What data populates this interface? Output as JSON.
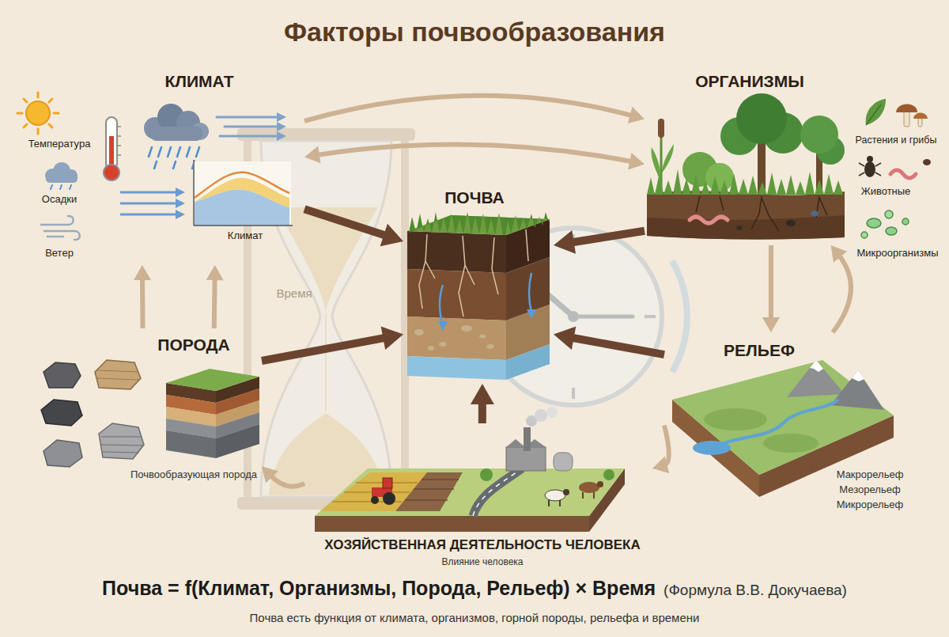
{
  "diagram": {
    "title": "Факторы почвообразования",
    "caption": "Почва = f(Климат, Организмы, Порода, Рельеф) × Время",
    "nodes": [
      {
        "text": [
          "КЛИМАТ"
        ]
      },
      {
        "text": [
          "ОРГАНИЗМЫ"
        ]
      },
      {
        "text": [
          "ПОЧВА"
        ]
      },
      {
        "text": [
          "ПОРОДА",
          "Почвообразующая порода"
        ]
      },
      {
        "text": [
          "РЕЛЬЕФ",
          "Макрорельеф",
          "Мезорельеф",
          "Микрорельеф"
        ]
      },
      {
        "text": [
          "ХОЗЯЙСТВЕННАЯ ДЕЯТЕЛЬНОСТЬ ЧЕЛОВЕКА",
          "Влияние человека"
        ]
      }
    ],
    "edges": [
      {
        "from": 0,
        "to": 2,
        "arrow": "to"
      },
      {
        "from": 1,
        "to": 2,
        "arrow": "to"
      },
      {
        "from": 3,
        "to": 2,
        "arrow": "to"
      },
      {
        "from": 4,
        "to": 2,
        "arrow": "to"
      },
      {
        "from": 5,
        "to": 2,
        "arrow": "to"
      },
      {
        "from": 0,
        "to": 1,
        "arrow": "to"
      },
      {
        "from": 0,
        "to": 1,
        "arrow": "both"
      },
      {
        "from": 1,
        "to": 4,
        "arrow": "to"
      },
      {
        "from": 4,
        "to": 1,
        "arrow": "to"
      },
      {
        "from": 4,
        "to": 5,
        "arrow": "to"
      },
      {
        "from": 5,
        "to": 3,
        "arrow": "to"
      },
      {
        "from": 3,
        "to": 0,
        "arrow": "to"
      },
      {
        "from": 3,
        "to": 0,
        "arrow": "to"
      }
    ],
    "labels": [
      "Температура",
      "Осадки",
      "Ветер",
      "Климат",
      "Растения и грибы",
      "Животные",
      "Микроорганизмы",
      "Время",
      "(Формула В.В. Докучаева)",
      "Почва есть функция от климата, организмов, горной породы, рельефа и времени"
    ]
  }
}
